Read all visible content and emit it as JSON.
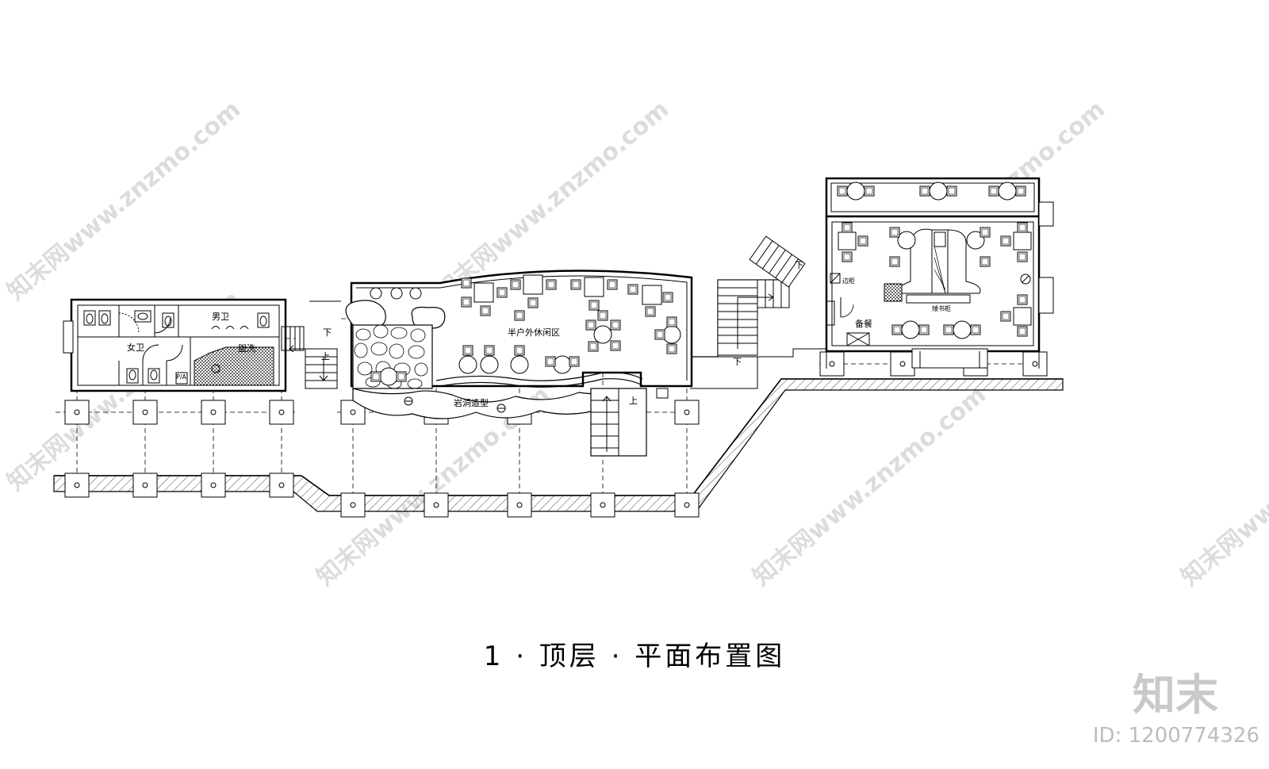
{
  "drawing_title": "1 · 顶层 · 平面布置图",
  "brand": "知末",
  "image_id": "ID: 1200774326",
  "watermark_text": "知末网www.znzmo.com",
  "labels": {
    "mens_toilet": "男卫",
    "womens_toilet": "女卫",
    "washroom": "盥洗",
    "pa": "P/A",
    "down_left": "下",
    "up_left": "上",
    "lounge": "半户外休闲区",
    "cave": "岩洞造型",
    "up_mid": "上",
    "down_mid": "下",
    "down_right": "下",
    "side_cabinet": "边柜",
    "bookcase": "矮书柜",
    "pantry": "备餐"
  }
}
